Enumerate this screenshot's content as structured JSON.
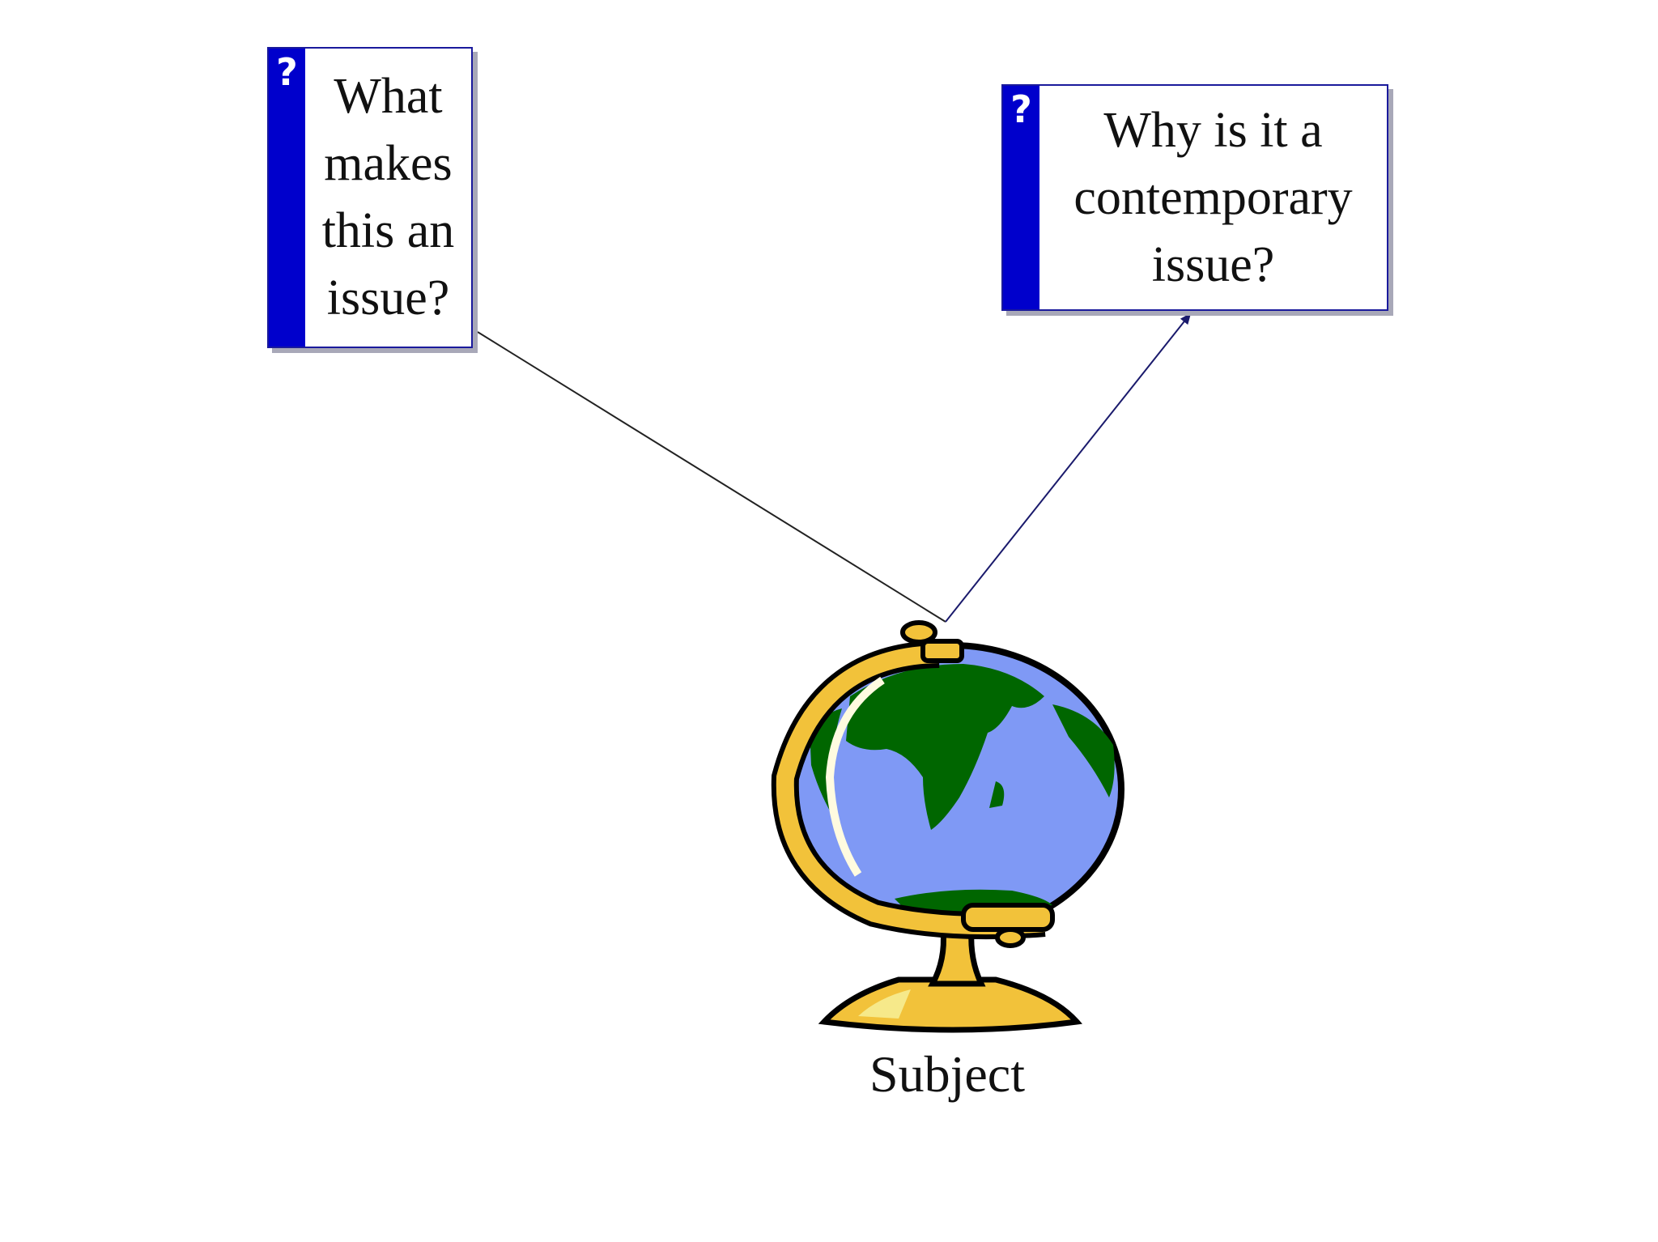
{
  "questions": [
    {
      "id": "q1",
      "text": "What\nmakes\nthis an\nissue?",
      "icon": "question-mark-icon"
    },
    {
      "id": "q2",
      "text": "Why is it a\ncontemporary\nissue?",
      "icon": "question-mark-icon"
    }
  ],
  "icon_glyph": "?",
  "subject": {
    "label": "Subject",
    "icon": "globe-icon"
  },
  "colors": {
    "card_strip": "#0000cc",
    "card_border": "#1a1a9c",
    "ocean": "#7f99f5",
    "land": "#006600",
    "stand": "#f2c23a"
  }
}
